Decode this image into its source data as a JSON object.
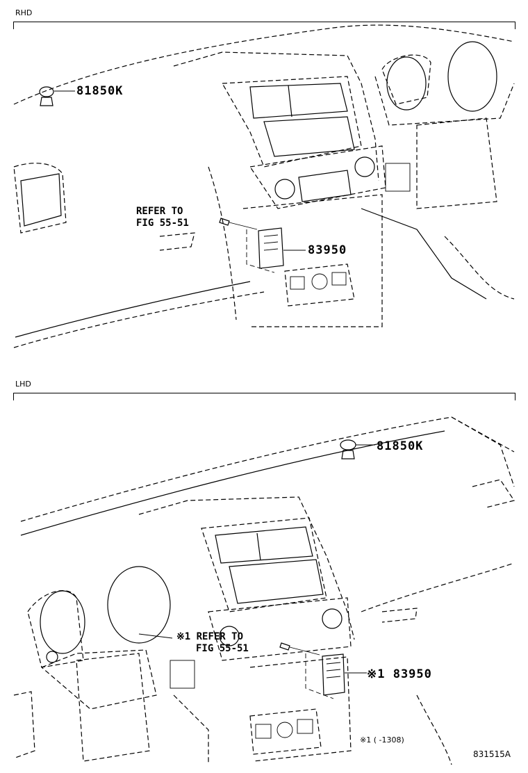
{
  "rhd": {
    "label": "RHD",
    "callout_bulb": "81850K",
    "callout_unit": "83950",
    "refer_line1": "REFER TO",
    "refer_line2": "FIG 55-51"
  },
  "lhd": {
    "label": "LHD",
    "callout_bulb": "81850K",
    "callout_unit": "※1 83950",
    "refer_line1": "※1 REFER TO",
    "refer_line2": "FIG 55-51",
    "footnote": "※1 (      -1308)"
  },
  "figure_id": "831515A"
}
